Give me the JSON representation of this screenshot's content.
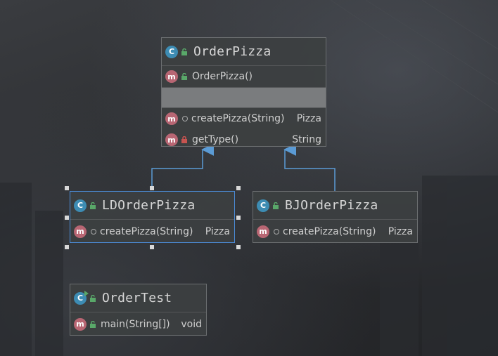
{
  "classes": {
    "order_pizza": {
      "name": "OrderPizza",
      "constructor": "OrderPizza()",
      "methods": [
        {
          "signature": "createPizza(String)",
          "return_type": "Pizza"
        },
        {
          "signature": "getType()",
          "return_type": "String"
        }
      ]
    },
    "ld_order_pizza": {
      "name": "LDOrderPizza",
      "methods": [
        {
          "signature": "createPizza(String)",
          "return_type": "Pizza"
        }
      ]
    },
    "bj_order_pizza": {
      "name": "BJOrderPizza",
      "methods": [
        {
          "signature": "createPizza(String)",
          "return_type": "Pizza"
        }
      ]
    },
    "order_test": {
      "name": "OrderTest",
      "methods": [
        {
          "signature": "main(String[])",
          "return_type": "void"
        }
      ]
    }
  },
  "icons": {
    "class_letter": "C",
    "method_letter": "m"
  },
  "colors": {
    "class_icon": "#3d8cb3",
    "method_icon": "#b86673",
    "selection_border": "#4b8bd6",
    "inheritance_arrow": "#5b9bd5"
  }
}
